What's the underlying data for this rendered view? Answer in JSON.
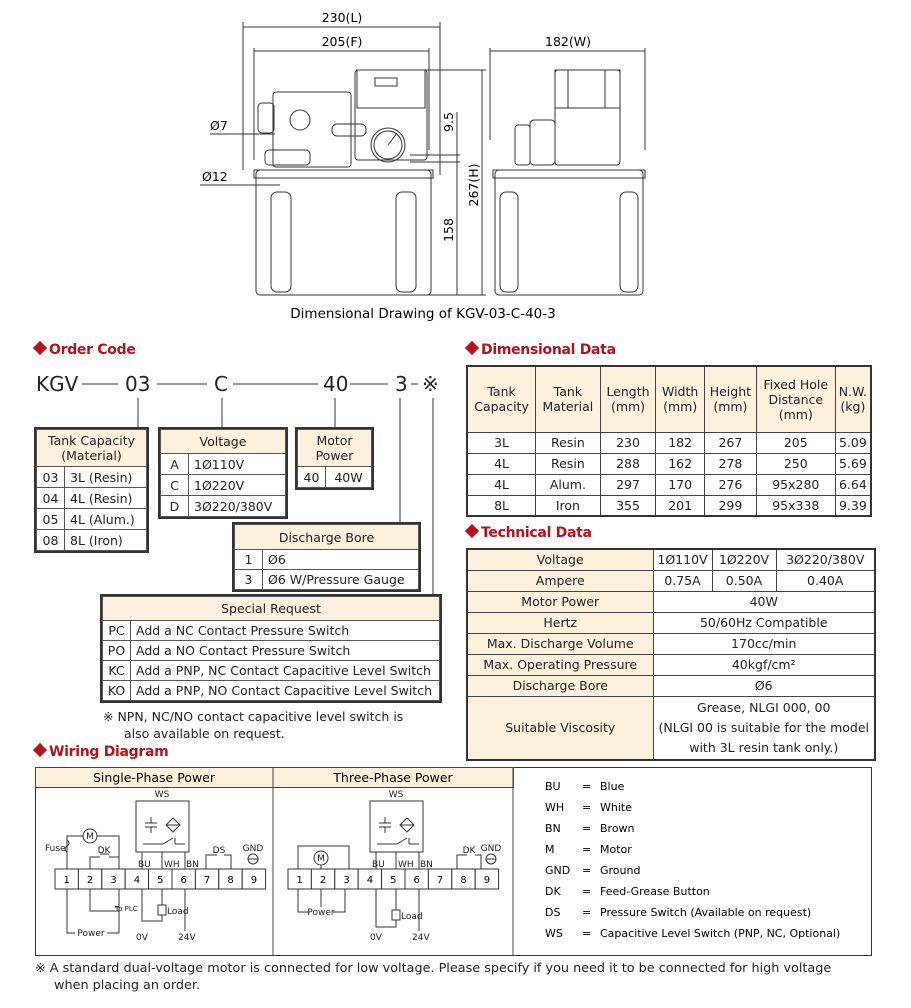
{
  "drawing": {
    "caption": "Dimensional Drawing of KGV-03-C-40-3",
    "dim_length": "230(L)",
    "dim_fixed": "205(F)",
    "dim_width": "182(W)",
    "dim_height": "267(H)",
    "dim_tank": "158",
    "dim_gap": "9.5",
    "dim_hole_small": "Ø7",
    "dim_hole_large": "Ø12"
  },
  "order_code": {
    "title": "Order Code",
    "parts": [
      "KGV",
      "03",
      "C",
      "40",
      "3",
      "※"
    ],
    "tank_capacity": {
      "header": "Tank Capacity (Material)",
      "rows": [
        [
          "03",
          "3L (Resin)"
        ],
        [
          "04",
          "4L (Resin)"
        ],
        [
          "05",
          "4L (Alum.)"
        ],
        [
          "08",
          "8L (Iron)"
        ]
      ]
    },
    "voltage": {
      "header": "Voltage",
      "rows": [
        [
          "A",
          "1Ø110V"
        ],
        [
          "C",
          "1Ø220V"
        ],
        [
          "D",
          "3Ø220/380V"
        ]
      ]
    },
    "motor_power": {
      "header": "Motor Power",
      "rows": [
        [
          "40",
          "40W"
        ]
      ]
    },
    "discharge_bore": {
      "header": "Discharge Bore",
      "rows": [
        [
          "1",
          "Ø6"
        ],
        [
          "3",
          "Ø6 W/Pressure Gauge"
        ]
      ]
    },
    "special_request": {
      "header": "Special Request",
      "rows": [
        [
          "PC",
          "Add a NC Contact Pressure Switch"
        ],
        [
          "PO",
          "Add a NO Contact Pressure Switch"
        ],
        [
          "KC",
          "Add a PNP, NC Contact Capacitive Level Switch"
        ],
        [
          "KO",
          "Add a PNP, NO Contact Capacitive Level Switch"
        ]
      ]
    },
    "note_line1": "※ NPN, NC/NO contact capacitive level switch is",
    "note_line2": "also available on request."
  },
  "dimensional_data": {
    "title": "Dimensional Data",
    "headers": [
      "Tank Capacity",
      "Tank Material",
      "Length (mm)",
      "Width (mm)",
      "Height (mm)",
      "Fixed Hole Distance (mm)",
      "N.W. (kg)"
    ],
    "rows": [
      [
        "3L",
        "Resin",
        "230",
        "182",
        "267",
        "205",
        "5.09"
      ],
      [
        "4L",
        "Resin",
        "288",
        "162",
        "278",
        "250",
        "5.69"
      ],
      [
        "4L",
        "Alum.",
        "297",
        "170",
        "276",
        "95x280",
        "6.64"
      ],
      [
        "8L",
        "Iron",
        "355",
        "201",
        "299",
        "95x338",
        "9.39"
      ]
    ]
  },
  "technical_data": {
    "title": "Technical Data",
    "voltage": {
      "label": "Voltage",
      "values": [
        "1Ø110V",
        "1Ø220V",
        "3Ø220/380V"
      ]
    },
    "ampere": {
      "label": "Ampere",
      "values": [
        "0.75A",
        "0.50A",
        "0.40A"
      ]
    },
    "motor_power": {
      "label": "Motor Power",
      "value": "40W"
    },
    "hertz": {
      "label": "Hertz",
      "value": "50/60Hz Compatible"
    },
    "discharge_volume": {
      "label": "Max. Discharge Volume",
      "value": "170cc/min"
    },
    "operating_pressure": {
      "label": "Max. Operating Pressure",
      "value": "40kgf/cm²"
    },
    "discharge_bore": {
      "label": "Discharge Bore",
      "value": "Ø6"
    },
    "viscosity": {
      "label": "Suitable Viscosity",
      "line1": "Grease, NLGI 000, 00",
      "line2": "(NLGI 00 is suitable for the model",
      "line3": "with 3L resin tank only.)"
    }
  },
  "wiring": {
    "title": "Wiring Diagram",
    "single_phase_title": "Single-Phase Power",
    "three_phase_title": "Three-Phase Power",
    "terminals": [
      "1",
      "2",
      "3",
      "4",
      "5",
      "6",
      "7",
      "8",
      "9"
    ],
    "labels": {
      "ws": "WS",
      "m": "M",
      "dk": "DK",
      "ds": "DS",
      "gnd": "GND",
      "fuse": "Fuse",
      "bu": "BU",
      "wh": "WH",
      "bn": "BN",
      "power": "Power",
      "to_plc": "To PLC",
      "load": "Load",
      "zero_v": "0V",
      "v24": "24V"
    },
    "legend": [
      [
        "BU",
        "=",
        "Blue"
      ],
      [
        "WH",
        "=",
        "White"
      ],
      [
        "BN",
        "=",
        "Brown"
      ],
      [
        "M",
        "=",
        "Motor"
      ],
      [
        "GND",
        "=",
        "Ground"
      ],
      [
        "DK",
        "=",
        "Feed-Grease Button"
      ],
      [
        "DS",
        "=",
        "Pressure Switch (Available on request)"
      ],
      [
        "WS",
        "=",
        "Capacitive Level Switch (PNP, NC, Optional)"
      ]
    ]
  },
  "footer_note_line1": "※ A standard dual-voltage motor is connected for low voltage. Please specify if you need it to be connected for high voltage",
  "footer_note_line2": "when placing an order.",
  "colors": {
    "accent": "#b5121b",
    "header_fill": "#fdf1dd"
  }
}
